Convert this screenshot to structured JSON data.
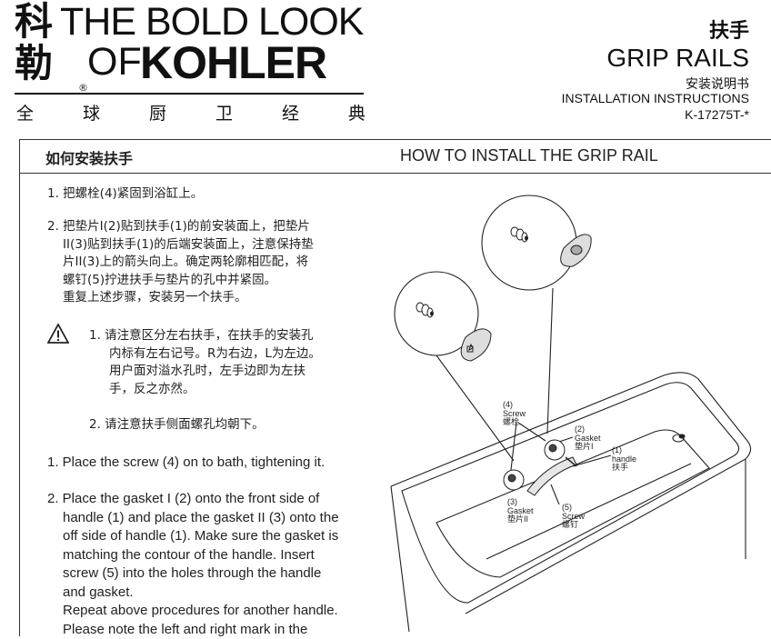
{
  "logo": {
    "cn_top": "科",
    "cn_bottom": "勒",
    "line1": "THE BOLD LOOK",
    "of": "OF",
    "brand": "KOHLER",
    "reg": "®",
    "slogan": [
      "全",
      "球",
      "厨",
      "卫",
      "经",
      "典"
    ]
  },
  "header": {
    "title_cn": "扶手",
    "title_en": "GRIP RAILS",
    "subtitle_cn": "安装说明书",
    "subtitle_en": "INSTALLATION INSTRUCTIONS",
    "model": "K-17275T-*"
  },
  "section": {
    "title_cn": "如何安装扶手",
    "title_en": "HOW TO INSTALL THE GRIP RAIL"
  },
  "cn_steps": {
    "s1": "1. 把螺栓(4)紧固到浴缸上。",
    "s2": [
      "2. 把垫片I(2)贴到扶手(1)的前安装面上，把垫片",
      "II(3)贴到扶手(1)的后端安装面上，注意保持垫",
      "片II(3)上的箭头向上。确定两轮廓相匹配，将",
      "螺钉(5)拧进扶手与垫片的孔中并紧固。",
      "重复上述步骤，安装另一个扶手。"
    ],
    "w1": [
      "1.  请注意区分左右扶手，在扶手的安装孔",
      "内标有左右记号。R为右边，L为左边。",
      "用户面对溢水孔时，左手边即为左扶",
      "手，反之亦然。"
    ],
    "w2": "2. 请注意扶手侧面螺孔均朝下。"
  },
  "en_steps": {
    "s1": "1. Place the screw (4) on to bath, tightening it.",
    "s2": [
      "2. Place the gasket I (2) onto the front side of",
      "handle (1) and place the gasket II (3) onto the",
      "off side of handle (1). Make sure the gasket is",
      "matching the contour of the handle. Insert",
      "screw (5) into the holes through the handle",
      "and gasket.",
      "Repeat above procedures for another handle.",
      "Please note the left and right mark in the"
    ]
  },
  "diagram": {
    "screw4": [
      "(4)",
      "Screw",
      "螺栓"
    ],
    "gasket2": [
      "(2)",
      "Gasket",
      "垫片I"
    ],
    "handle1": [
      "(1)",
      "handle",
      "扶手"
    ],
    "gasket3": [
      "(3)",
      "Gasket",
      "垫片II"
    ],
    "screw5": [
      "(5)",
      "Screw",
      "螺钉"
    ]
  }
}
